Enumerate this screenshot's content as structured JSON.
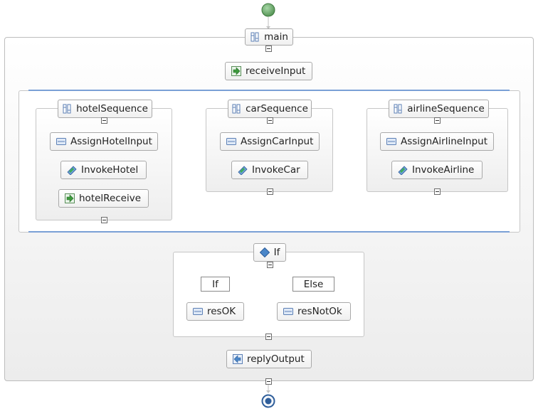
{
  "process": {
    "main_label": "main",
    "receive_label": "receiveInput",
    "flow": {
      "hotel": {
        "title": "hotelSequence",
        "assign": "AssignHotelInput",
        "invoke": "InvokeHotel",
        "receive": "hotelReceive"
      },
      "car": {
        "title": "carSequence",
        "assign": "AssignCarInput",
        "invoke": "InvokeCar"
      },
      "airline": {
        "title": "airlineSequence",
        "assign": "AssignAirlineInput",
        "invoke": "InvokeAirline"
      }
    },
    "if_block": {
      "label": "If",
      "if_branch": "If",
      "else_branch": "Else",
      "ok_label": "resOK",
      "notok_label": "resNotOk"
    },
    "reply_label": "replyOutput"
  },
  "colors": {
    "start": "#5fa05f",
    "end": "#2f5e9a",
    "flow_separator": "#7aa0d6",
    "connector": "#c2c2c2"
  },
  "icons": {
    "sequence": "sequence-icon",
    "receive": "receive-icon",
    "assign": "assign-icon",
    "invoke": "invoke-icon",
    "if": "if-diamond-icon",
    "reply": "reply-icon"
  }
}
